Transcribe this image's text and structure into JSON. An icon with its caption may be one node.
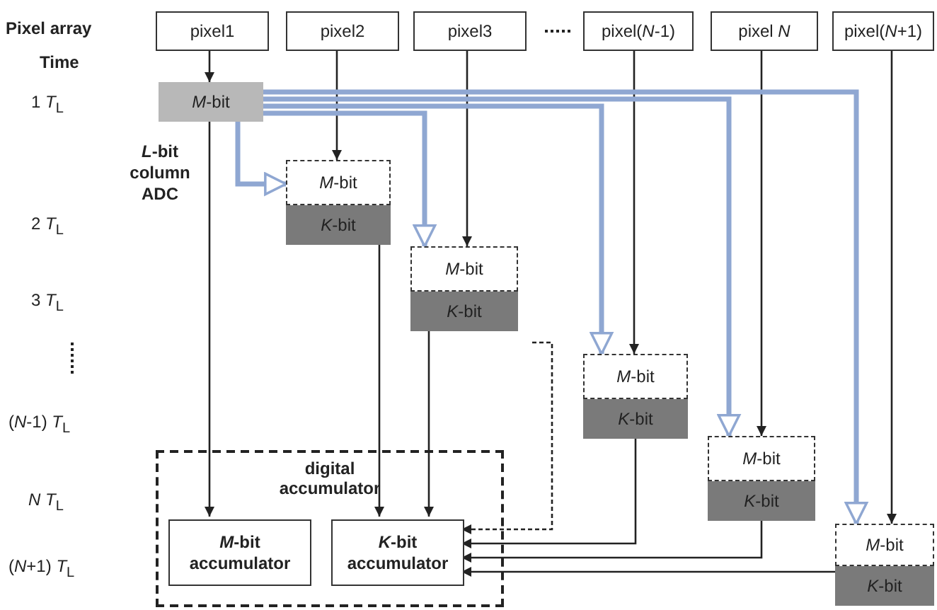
{
  "diagram": {
    "nodes": [
      {
        "text": [
          "pixel1"
        ]
      },
      {
        "text": [
          "pixel2"
        ]
      },
      {
        "text": [
          "pixel3"
        ]
      },
      {
        "text": [
          "pixel(*N*-1)"
        ]
      },
      {
        "text": [
          "pixel *N*"
        ]
      },
      {
        "text": [
          "pixel(*N*+1)"
        ]
      },
      {
        "text": [
          "*M*-bit"
        ]
      },
      {
        "text": [
          "*M*-bit"
        ]
      },
      {
        "text": [
          "*K*-bit"
        ]
      },
      {
        "text": [
          "*M*-bit"
        ]
      },
      {
        "text": [
          "*K*-bit"
        ]
      },
      {
        "text": [
          "*M*-bit"
        ]
      },
      {
        "text": [
          "*K*-bit"
        ]
      },
      {
        "text": [
          "*M*-bit"
        ]
      },
      {
        "text": [
          "*K*-bit"
        ]
      },
      {
        "text": [
          "*M*-bit"
        ]
      },
      {
        "text": [
          "*K*-bit"
        ]
      },
      {
        "text": [
          "digital accumulator"
        ]
      },
      {
        "text": [
          "*M*-bit accumulator"
        ],
        "in": 17
      },
      {
        "text": [
          "*K*-bit accumulator"
        ],
        "in": 17
      }
    ],
    "edges": [
      {
        "from": 0,
        "to": 6,
        "arrow": "to"
      },
      {
        "from": 1,
        "to": 7,
        "arrow": "to"
      },
      {
        "from": 2,
        "to": 9,
        "arrow": "to"
      },
      {
        "from": 3,
        "to": 11,
        "arrow": "to"
      },
      {
        "from": 4,
        "to": 13,
        "arrow": "to"
      },
      {
        "from": 5,
        "to": 15,
        "arrow": "to"
      },
      {
        "from": 6,
        "to": 18,
        "arrow": "to"
      },
      {
        "from": 6,
        "to": 7,
        "arrow": "to",
        "style": "thick",
        "color": "#8fa7d2"
      },
      {
        "from": 6,
        "to": 9,
        "arrow": "to",
        "style": "thick",
        "color": "#8fa7d2"
      },
      {
        "from": 6,
        "to": 11,
        "arrow": "to",
        "style": "thick",
        "color": "#8fa7d2"
      },
      {
        "from": 6,
        "to": 13,
        "arrow": "to",
        "style": "thick",
        "color": "#8fa7d2"
      },
      {
        "from": 6,
        "to": 15,
        "arrow": "to",
        "style": "thick",
        "color": "#8fa7d2"
      },
      {
        "from": 8,
        "to": 19,
        "arrow": "to"
      },
      {
        "from": 10,
        "to": 19,
        "arrow": "to"
      },
      {
        "from": 12,
        "to": 19,
        "arrow": "to"
      },
      {
        "from": 14,
        "to": 19,
        "arrow": "to"
      },
      {
        "from": 16,
        "to": 19,
        "arrow": "to"
      },
      {
        "from": null,
        "to": 19,
        "arrow": "to",
        "style": "dashed"
      }
    ],
    "labels": [
      "Pixel array",
      "Time",
      "1 *T*$_{L}$",
      "*L*-bit column ADC",
      "2 *T*$_{L}$",
      "3 *T*$_{L}$",
      "(*N*-1) *T*$_{L}$",
      "*N* *T*$_{L}$",
      "(*N*+1) *T*$_{L}$"
    ]
  }
}
